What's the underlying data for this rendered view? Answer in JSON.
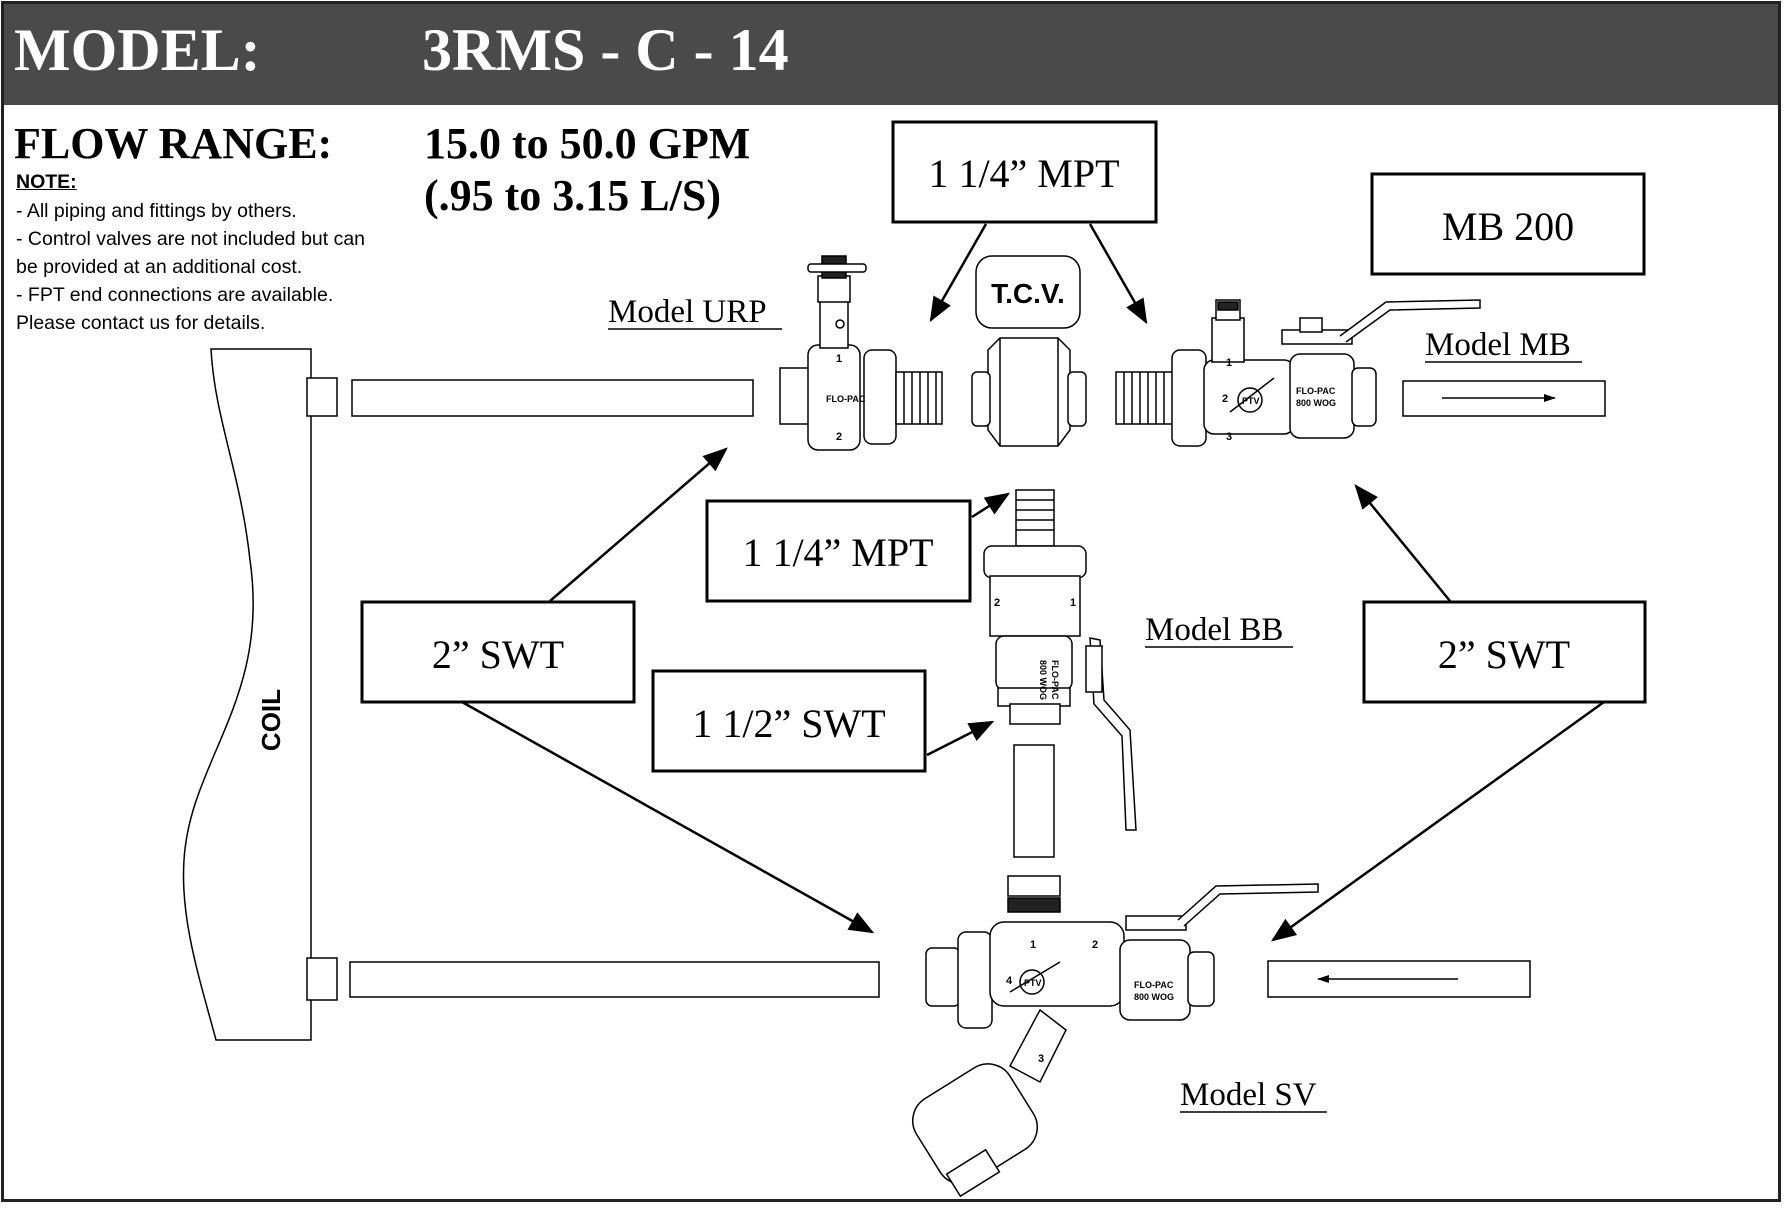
{
  "header": {
    "model_label": "MODEL:",
    "model_number": "3RMS - C - 14"
  },
  "flow": {
    "label": "FLOW RANGE:",
    "gpm": "15.0 to 50.0 GPM",
    "ls": "(.95 to 3.15 L/S)"
  },
  "note": {
    "title": "NOTE:",
    "lines": [
      "- All piping and fittings by others.",
      "- Control valves are not included but can",
      "be provided at an additional cost.",
      "- FPT end connections are available.",
      "Please contact us for details."
    ]
  },
  "callouts": {
    "mpt_top": "1 1/4” MPT",
    "mpt_mid": "1 1/4” MPT",
    "mb200": "MB 200",
    "swt_left": "2” SWT",
    "swt_right": "2” SWT",
    "swt_bb": "1 1/2” SWT"
  },
  "models": {
    "urp": "Model URP",
    "mb": "Model MB",
    "bb": "Model BB",
    "sv": "Model SV"
  },
  "component_labels": {
    "coil": "COIL",
    "tcv": "T.C.V.",
    "flopac": "FLO-PAC",
    "wog": "800 WOG",
    "ptv": "PTV",
    "port_1": "1",
    "port_2": "2",
    "port_3": "3",
    "port_4": "4"
  },
  "colors": {
    "header_bg": "#4a4a4a",
    "header_text": "#ffffff",
    "line": "#000000"
  }
}
